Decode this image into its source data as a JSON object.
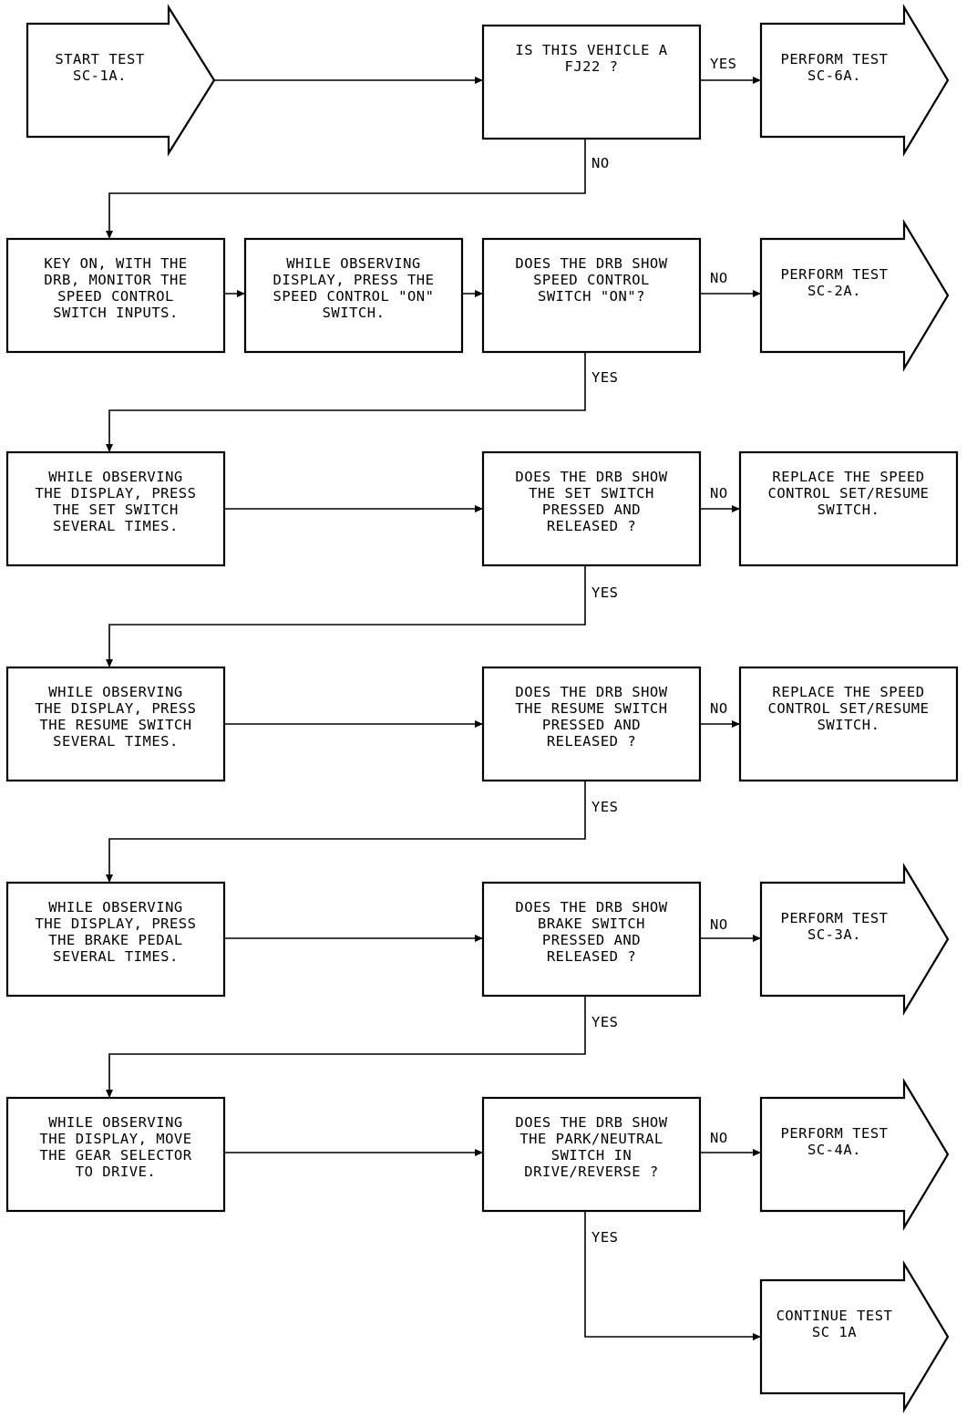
{
  "nodes": [
    {
      "id": "start",
      "shape": "arrow",
      "lines": [
        "START TEST",
        "SC-1A."
      ]
    },
    {
      "id": "q_fj22",
      "shape": "box",
      "lines": [
        "IS THIS VEHICLE A",
        "FJ22 ?"
      ]
    },
    {
      "id": "perform_sc6a",
      "shape": "arrow",
      "lines": [
        "PERFORM TEST",
        "SC-6A."
      ]
    },
    {
      "id": "key_on",
      "shape": "box",
      "lines": [
        "KEY ON, WITH THE",
        "DRB, MONITOR THE",
        "SPEED CONTROL",
        "SWITCH INPUTS."
      ]
    },
    {
      "id": "press_on",
      "shape": "box",
      "lines": [
        "WHILE OBSERVING",
        "DISPLAY, PRESS THE",
        "SPEED CONTROL \"ON\"",
        "SWITCH."
      ]
    },
    {
      "id": "q_on",
      "shape": "box",
      "lines": [
        "DOES THE DRB SHOW",
        "SPEED CONTROL",
        "SWITCH \"ON\"?"
      ]
    },
    {
      "id": "perform_sc2a",
      "shape": "arrow",
      "lines": [
        "PERFORM TEST",
        "SC-2A."
      ]
    },
    {
      "id": "press_set",
      "shape": "box",
      "lines": [
        "WHILE OBSERVING",
        "THE DISPLAY, PRESS",
        "THE SET SWITCH",
        "SEVERAL TIMES."
      ]
    },
    {
      "id": "q_set",
      "shape": "box",
      "lines": [
        "DOES THE DRB SHOW",
        "THE SET SWITCH",
        "PRESSED AND",
        "RELEASED ?"
      ]
    },
    {
      "id": "replace_1",
      "shape": "box",
      "lines": [
        "REPLACE THE SPEED",
        "CONTROL SET/RESUME",
        "SWITCH."
      ]
    },
    {
      "id": "press_resume",
      "shape": "box",
      "lines": [
        "WHILE OBSERVING",
        "THE DISPLAY, PRESS",
        "THE RESUME SWITCH",
        "SEVERAL TIMES."
      ]
    },
    {
      "id": "q_resume",
      "shape": "box",
      "lines": [
        "DOES THE DRB SHOW",
        "THE RESUME SWITCH",
        "PRESSED AND",
        "RELEASED ?"
      ]
    },
    {
      "id": "replace_2",
      "shape": "box",
      "lines": [
        "REPLACE THE SPEED",
        "CONTROL SET/RESUME",
        "SWITCH."
      ]
    },
    {
      "id": "press_brake",
      "shape": "box",
      "lines": [
        "WHILE OBSERVING",
        "THE DISPLAY, PRESS",
        "THE BRAKE PEDAL",
        "SEVERAL TIMES."
      ]
    },
    {
      "id": "q_brake",
      "shape": "box",
      "lines": [
        "DOES THE DRB SHOW",
        "BRAKE SWITCH",
        "PRESSED AND",
        "RELEASED ?"
      ]
    },
    {
      "id": "perform_sc3a",
      "shape": "arrow",
      "lines": [
        "PERFORM TEST",
        "SC-3A."
      ]
    },
    {
      "id": "move_gear",
      "shape": "box",
      "lines": [
        "WHILE OBSERVING",
        "THE DISPLAY, MOVE",
        "THE GEAR SELECTOR",
        "TO DRIVE."
      ]
    },
    {
      "id": "q_park",
      "shape": "box",
      "lines": [
        "DOES THE DRB SHOW",
        "THE PARK/NEUTRAL",
        "SWITCH IN",
        "DRIVE/REVERSE ?"
      ]
    },
    {
      "id": "perform_sc4a",
      "shape": "arrow",
      "lines": [
        "PERFORM TEST",
        "SC-4A."
      ]
    },
    {
      "id": "continue_sc1a",
      "shape": "arrow",
      "lines": [
        "CONTINUE TEST",
        "SC 1A"
      ]
    }
  ],
  "edges": [
    {
      "id": "e_start_q_fj22",
      "from": "start",
      "to": "q_fj22",
      "label": ""
    },
    {
      "id": "e_fj22_yes",
      "from": "q_fj22",
      "to": "perform_sc6a",
      "label": "YES"
    },
    {
      "id": "e_fj22_no",
      "from": "q_fj22",
      "to": "key_on",
      "label": "NO"
    },
    {
      "id": "e_key_press",
      "from": "key_on",
      "to": "press_on",
      "label": ""
    },
    {
      "id": "e_press_q_on",
      "from": "press_on",
      "to": "q_on",
      "label": ""
    },
    {
      "id": "e_on_no",
      "from": "q_on",
      "to": "perform_sc2a",
      "label": "NO"
    },
    {
      "id": "e_on_yes",
      "from": "q_on",
      "to": "press_set",
      "label": "YES"
    },
    {
      "id": "e_set_q",
      "from": "press_set",
      "to": "q_set",
      "label": ""
    },
    {
      "id": "e_set_no",
      "from": "q_set",
      "to": "replace_1",
      "label": "NO"
    },
    {
      "id": "e_set_yes",
      "from": "q_set",
      "to": "press_resume",
      "label": "YES"
    },
    {
      "id": "e_resume_q",
      "from": "press_resume",
      "to": "q_resume",
      "label": ""
    },
    {
      "id": "e_resume_no",
      "from": "q_resume",
      "to": "replace_2",
      "label": "NO"
    },
    {
      "id": "e_resume_yes",
      "from": "q_resume",
      "to": "press_brake",
      "label": "YES"
    },
    {
      "id": "e_brake_q",
      "from": "press_brake",
      "to": "q_brake",
      "label": ""
    },
    {
      "id": "e_brake_no",
      "from": "q_brake",
      "to": "perform_sc3a",
      "label": "NO"
    },
    {
      "id": "e_brake_yes",
      "from": "q_brake",
      "to": "move_gear",
      "label": "YES"
    },
    {
      "id": "e_gear_q",
      "from": "move_gear",
      "to": "q_park",
      "label": ""
    },
    {
      "id": "e_park_no",
      "from": "q_park",
      "to": "perform_sc4a",
      "label": "NO"
    },
    {
      "id": "e_park_yes",
      "from": "q_park",
      "to": "continue_sc1a",
      "label": "YES"
    }
  ]
}
